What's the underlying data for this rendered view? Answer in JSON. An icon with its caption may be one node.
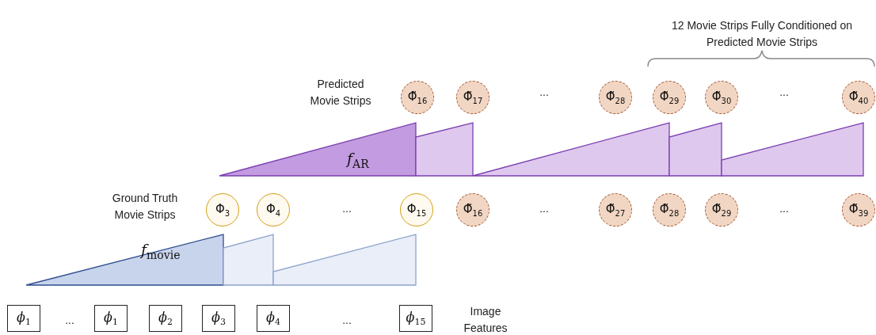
{
  "diagram": {
    "nodes": [
      {
        "text": [
          "Φ̃$_{16}$"
        ]
      },
      {
        "text": [
          "Φ̃$_{17}$"
        ]
      },
      {
        "text": [
          "Φ̃$_{28}$"
        ]
      },
      {
        "text": [
          "Φ̃$_{29}$"
        ]
      },
      {
        "text": [
          "Φ̃$_{30}$"
        ]
      },
      {
        "text": [
          "Φ̃$_{40}$"
        ]
      },
      {
        "text": [
          "*f*$_{AR}$"
        ]
      },
      {
        "text": [],
        "shape": "triangle"
      },
      {
        "text": [],
        "shape": "triangle"
      },
      {
        "text": [],
        "shape": "triangle"
      },
      {
        "text": [],
        "shape": "triangle"
      },
      {
        "text": [
          "Φ$_{3}$"
        ]
      },
      {
        "text": [
          "Φ$_{4}$"
        ]
      },
      {
        "text": [
          "Φ$_{15}$"
        ]
      },
      {
        "text": [
          "Φ̃$_{16}$"
        ]
      },
      {
        "text": [
          "Φ̃$_{27}$"
        ]
      },
      {
        "text": [
          "Φ̃$_{28}$"
        ]
      },
      {
        "text": [
          "Φ̃$_{29}$"
        ]
      },
      {
        "text": [
          "Φ̃$_{39}$"
        ]
      },
      {
        "text": [
          "*f*$_{movie}$"
        ]
      },
      {
        "text": [],
        "shape": "triangle"
      },
      {
        "text": [],
        "shape": "triangle"
      },
      {
        "text": [
          "*ϕ*$_{1}$"
        ]
      },
      {
        "text": [
          "*ϕ*$_{1}$"
        ]
      },
      {
        "text": [
          "*ϕ*$_{2}$"
        ]
      },
      {
        "text": [
          "*ϕ*$_{3}$"
        ]
      },
      {
        "text": [
          "*ϕ*$_{4}$"
        ]
      },
      {
        "text": [
          "*ϕ*$_{15}$"
        ]
      }
    ],
    "labels": [
      "12 Movie Strips Fully Conditioned on Predicted Movie Strips",
      "Predicted Movie Strips",
      "...",
      "...",
      "Ground Truth Movie Strips",
      "...",
      "...",
      "...",
      "...",
      "...",
      "Image Features"
    ]
  }
}
